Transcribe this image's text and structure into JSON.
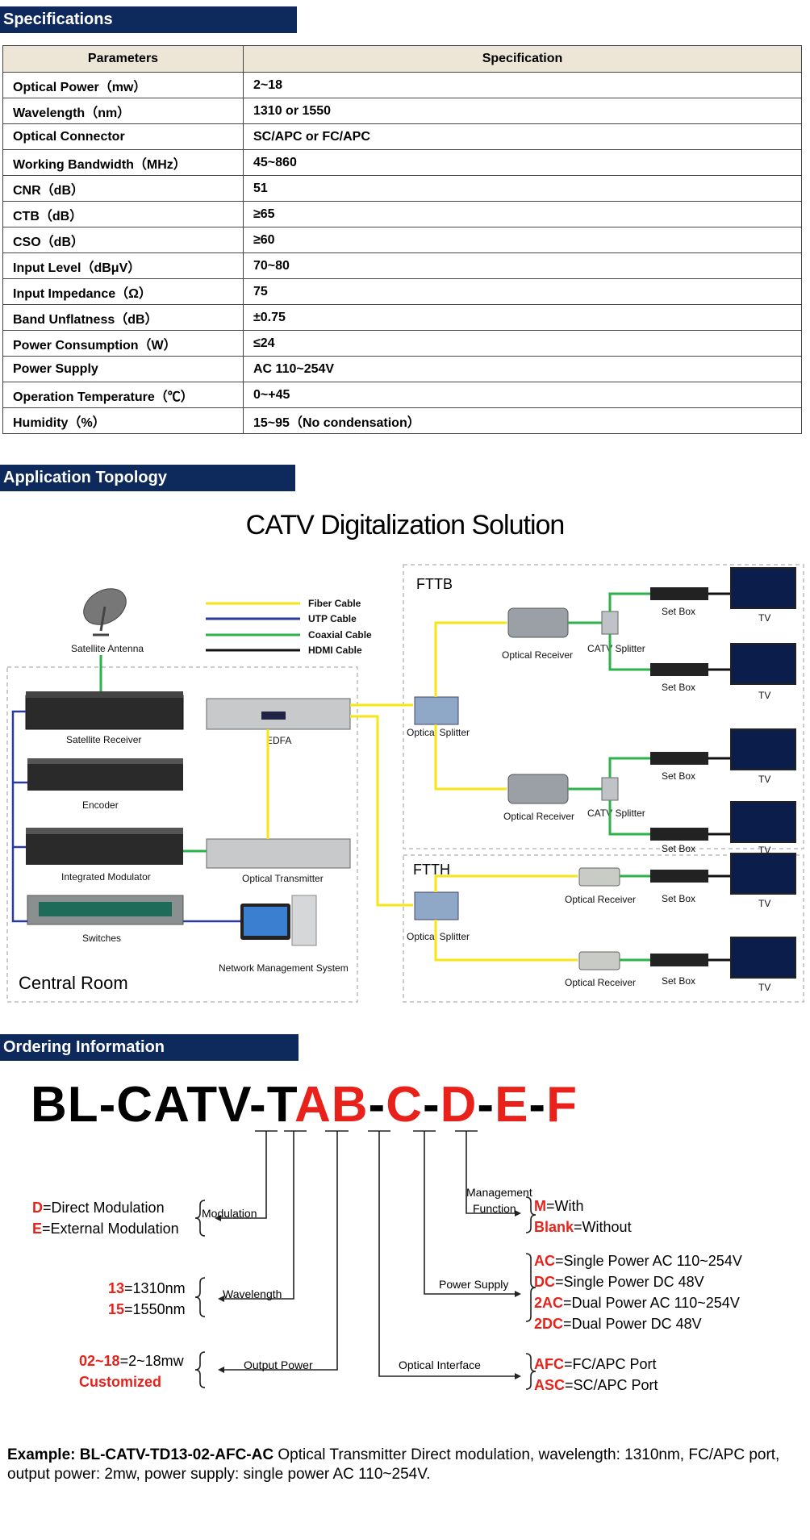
{
  "specifications": {
    "heading": "Specifications",
    "columns": [
      "Parameters",
      "Specification"
    ],
    "rows": [
      {
        "param": "Optical Power（mw）",
        "value": "2~18"
      },
      {
        "param": "Wavelength（nm）",
        "value": "1310 or 1550"
      },
      {
        "param": "Optical Connector",
        "value": "SC/APC or FC/APC"
      },
      {
        "param": "Working Bandwidth（MHz）",
        "value": "45~860"
      },
      {
        "param": "CNR（dB）",
        "value": "51"
      },
      {
        "param": "CTB（dB）",
        "value": "≥65"
      },
      {
        "param": "CSO（dB）",
        "value": "≥60"
      },
      {
        "param": "Input Level（dBμV）",
        "value": "70~80"
      },
      {
        "param": "Input Impedance（Ω）",
        "value": "75"
      },
      {
        "param": "Band Unflatness（dB）",
        "value": "±0.75"
      },
      {
        "param": "Power Consumption（W）",
        "value": "≤24"
      },
      {
        "param": "Power Supply",
        "value": "AC 110~254V"
      },
      {
        "param": "Operation Temperature（℃）",
        "value": "0~+45"
      },
      {
        "param": "Humidity（%）",
        "value": "15~95（No condensation）"
      }
    ]
  },
  "topology": {
    "heading": "Application Topology",
    "title": "CATV Digitalization Solution",
    "legend": [
      {
        "label": "Fiber Cable",
        "color": "#f5e614"
      },
      {
        "label": "UTP Cable",
        "color": "#2b3aa0"
      },
      {
        "label": "Coaxial Cable",
        "color": "#2bb24a"
      },
      {
        "label": "HDMI Cable",
        "color": "#111111"
      }
    ],
    "labels": {
      "satellite_antenna": "Satellite Antenna",
      "satellite_receiver": "Satellite Receiver",
      "encoder": "Encoder",
      "integrated_modulator": "Integrated Modulator",
      "switches": "Switches",
      "edfa": "EDFA",
      "optical_transmitter": "Optical Transmitter",
      "network_management": "Network Management System",
      "central_room": "Central Room",
      "fttb": "FTTB",
      "ftth": "FTTH",
      "optical_splitter": "Optical Splitter",
      "optical_receiver": "Optical Receiver",
      "catv_splitter": "CATV Splitter",
      "set_box": "Set Box",
      "tv": "TV"
    }
  },
  "ordering": {
    "heading": "Ordering Information",
    "code_prefix": "BL-CATV-T",
    "code_ab": "AB",
    "code_c": "C",
    "code_d": "D",
    "code_e": "E",
    "code_f": "F",
    "dash": "-",
    "modulation_label": "Modulation",
    "modulation_options": [
      {
        "key": "D",
        "desc": "=Direct Modulation"
      },
      {
        "key": "E",
        "desc": "=External Modulation"
      }
    ],
    "wavelength_label": "Wavelength",
    "wavelength_options": [
      {
        "key": "13",
        "desc": "=1310nm"
      },
      {
        "key": "15",
        "desc": "=1550nm"
      }
    ],
    "output_label": "Output Power",
    "output_options": [
      {
        "key": "02~18",
        "desc": "=2~18mw"
      },
      {
        "key": "Customized",
        "desc": ""
      }
    ],
    "management_label_1": "Management",
    "management_label_2": "Function",
    "management_options": [
      {
        "key": "M",
        "desc": "=With"
      },
      {
        "key": "Blank",
        "desc": "=Without"
      }
    ],
    "power_label": "Power Supply",
    "power_options": [
      {
        "key": "AC",
        "desc": "=Single Power AC 110~254V"
      },
      {
        "key": "DC",
        "desc": "=Single Power DC 48V"
      },
      {
        "key": "2AC",
        "desc": "=Dual Power AC 110~254V"
      },
      {
        "key": "2DC",
        "desc": "=Dual Power DC 48V"
      }
    ],
    "interface_label": "Optical Interface",
    "interface_options": [
      {
        "key": "AFC",
        "desc": "=FC/APC Port"
      },
      {
        "key": "ASC",
        "desc": "=SC/APC Port"
      }
    ],
    "example_bold": "Example: BL-CATV-TD13-02-AFC-AC",
    "example_text": "  Optical Transmitter  Direct modulation, wavelength: 1310nm, FC/APC port, output power: 2mw, power supply: single power AC 110~254V."
  }
}
